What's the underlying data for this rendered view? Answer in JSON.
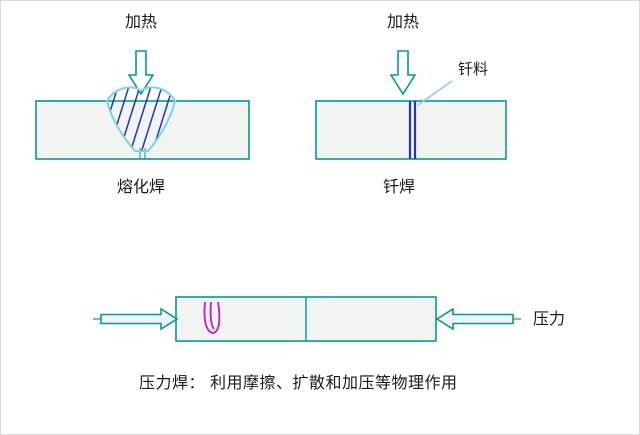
{
  "fusion": {
    "heat_label": "加热",
    "caption": "熔化焊"
  },
  "brazing": {
    "heat_label": "加热",
    "filler_label": "钎料",
    "caption": "钎焊"
  },
  "pressure": {
    "force_label": "压力",
    "caption": "压力焊：  利用摩擦、扩散和加压等物理作用"
  },
  "colors": {
    "outline_teal": "#009a9a",
    "plate_fill": "#f1f4f1",
    "filler_blue": "#2433b8",
    "pool_cyan": "#7ad4e8",
    "centerline_green": "#3fc43f",
    "vortex_magenta": "#c42ac4",
    "text_black": "#1a1a1a"
  }
}
